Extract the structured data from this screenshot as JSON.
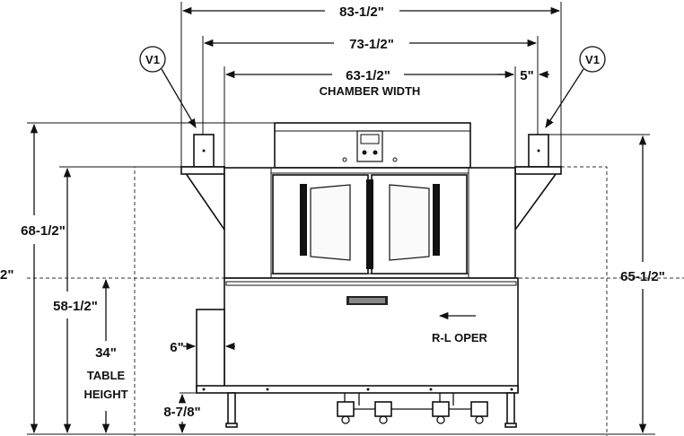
{
  "dimensions": {
    "overall_width": "83-1/2\"",
    "width_73": "73-1/2\"",
    "chamber_width": "63-1/2\"",
    "chamber_width_caption": "CHAMBER WIDTH",
    "right_offset": "5\"",
    "height_68": "68-1/2\"",
    "height_58": "58-1/2\"",
    "left_cut": "2\"",
    "table_height": "34\"",
    "table_height_caption_1": "TABLE",
    "table_height_caption_2": "HEIGHT",
    "extension": "6\"",
    "leg_height": "8-7/8\"",
    "height_65": "65-1/2\""
  },
  "callouts": {
    "vent_left": "V1",
    "vent_right": "V1"
  },
  "labels": {
    "operation": "R-L OPER"
  }
}
